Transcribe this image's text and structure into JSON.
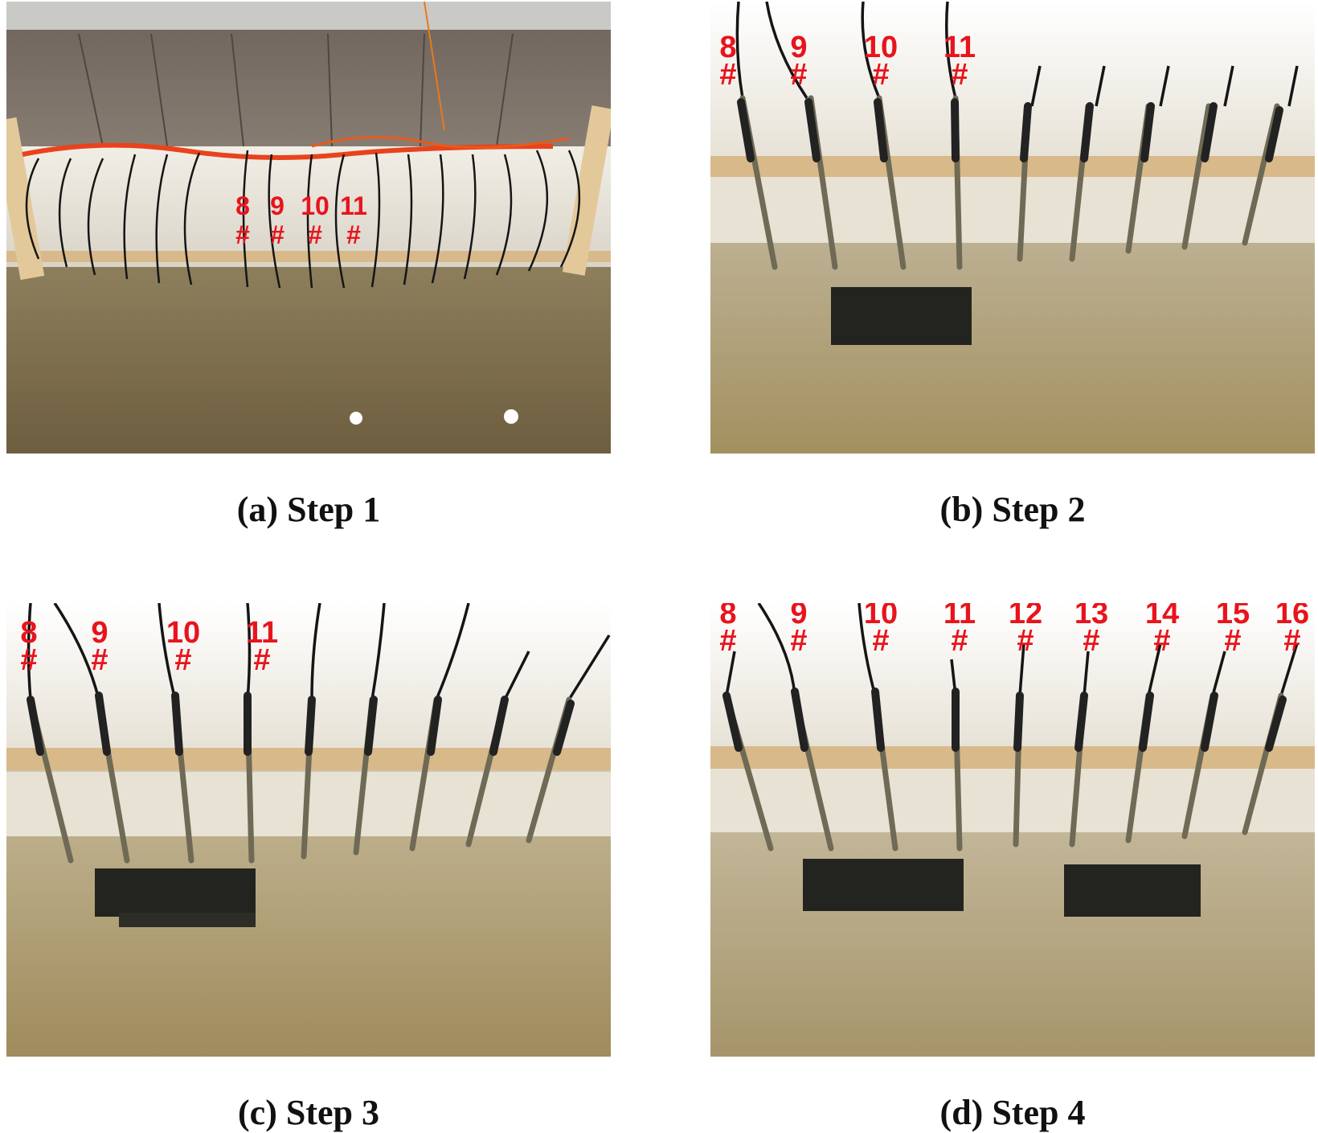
{
  "figure": {
    "panels": [
      {
        "id": "a",
        "caption": "(a) Step 1",
        "labels": [
          {
            "n": "8",
            "h": "#"
          },
          {
            "n": "9",
            "h": "#"
          },
          {
            "n": "10",
            "h": "#"
          },
          {
            "n": "11",
            "h": "#"
          }
        ]
      },
      {
        "id": "b",
        "caption": "(b) Step 2",
        "labels": [
          {
            "n": "8",
            "h": "#"
          },
          {
            "n": "9",
            "h": "#"
          },
          {
            "n": "10",
            "h": "#"
          },
          {
            "n": "11",
            "h": "#"
          }
        ]
      },
      {
        "id": "c",
        "caption": "(c) Step 3",
        "labels": [
          {
            "n": "8",
            "h": "#"
          },
          {
            "n": "9",
            "h": "#"
          },
          {
            "n": "10",
            "h": "#"
          },
          {
            "n": "11",
            "h": "#"
          }
        ]
      },
      {
        "id": "d",
        "caption": "(d) Step 4",
        "labels": [
          {
            "n": "8",
            "h": "#"
          },
          {
            "n": "9",
            "h": "#"
          },
          {
            "n": "10",
            "h": "#"
          },
          {
            "n": "11",
            "h": "#"
          },
          {
            "n": "12",
            "h": "#"
          },
          {
            "n": "13",
            "h": "#"
          },
          {
            "n": "14",
            "h": "#"
          },
          {
            "n": "15",
            "h": "#"
          },
          {
            "n": "16",
            "h": "#"
          }
        ]
      }
    ],
    "colors": {
      "label_red": "#e8141c",
      "water": "#8a7b58",
      "wall": "#e9e4d8",
      "wood": "#d8b98a",
      "block": "#23241f"
    }
  }
}
